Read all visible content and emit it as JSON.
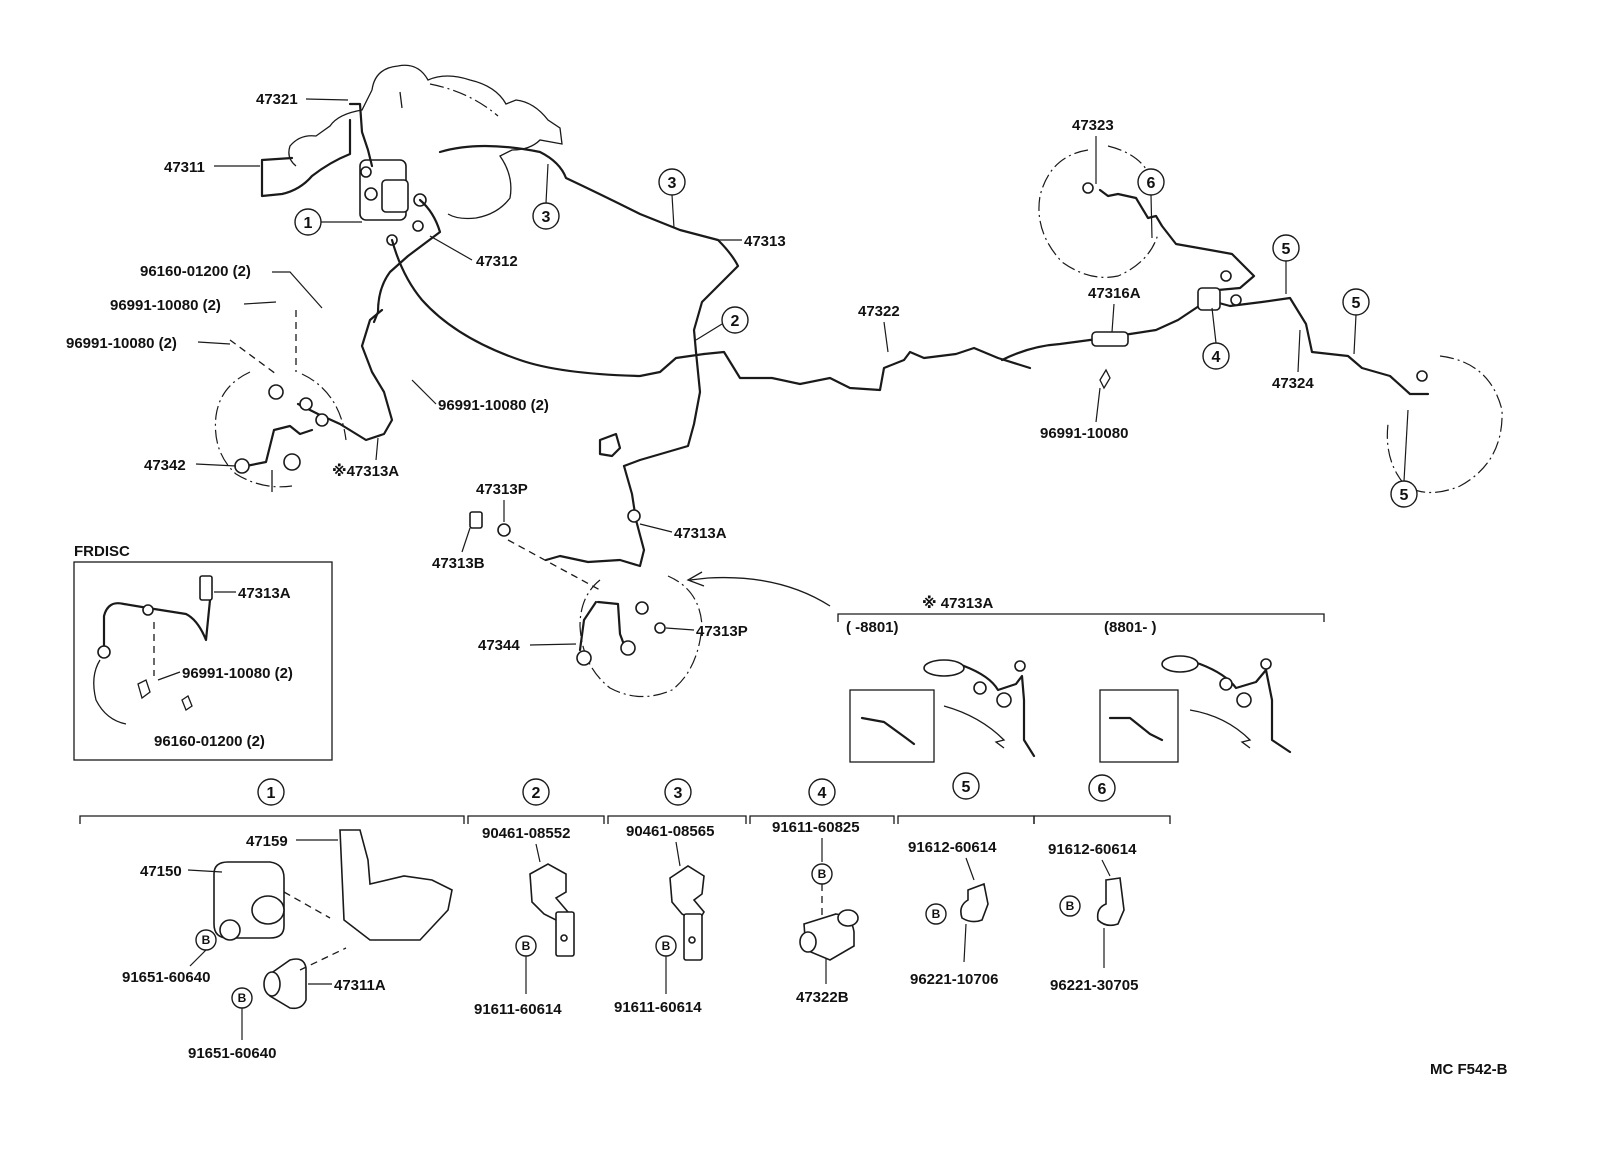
{
  "labels": {
    "p47321": "47321",
    "p47311": "47311",
    "p47312": "47312",
    "p47313_top": "47313",
    "p96160_a": "96160-01200 (2)",
    "p96991_a": "96991-10080 (2)",
    "p96991_b": "96991-10080 (2)",
    "p96991_c": "96991-10080 (2)",
    "p47342": "47342",
    "p47313A_mark": "※47313A",
    "p47322": "47322",
    "p47323": "47323",
    "p47316A": "47316A",
    "p96991_d": "96991-10080",
    "p47324": "47324",
    "p47313P_a": "47313P",
    "p47313B": "47313B",
    "p47313A_mid": "47313A",
    "p47344": "47344",
    "p47313P_b": "47313P",
    "frdisc_title": "FRDISC",
    "frdisc_47313A": "47313A",
    "frdisc_96991": "96991-10080 (2)",
    "frdisc_96160": "96160-01200 (2)",
    "variant_title": "※ 47313A",
    "variant_left": "(          -8801)",
    "variant_right": "(8801-          )",
    "g1_47159": "47159",
    "g1_47150": "47150",
    "g1_91651_a": "91651-60640",
    "g1_47311A": "47311A",
    "g1_91651_b": "91651-60640",
    "g2_90461": "90461-08552",
    "g2_91611": "91611-60614",
    "g3_90461": "90461-08565",
    "g3_91611": "91611-60614",
    "g4_91611": "91611-60825",
    "g4_47322B": "47322B",
    "g5_91612": "91612-60614",
    "g5_96221": "96221-10706",
    "g6_91612": "91612-60614",
    "g6_96221": "96221-30705",
    "footer_code": "MC F542-B"
  },
  "callouts": {
    "c1": "1",
    "c2": "2",
    "c3": "3",
    "c4": "4",
    "c5": "5",
    "c6": "6",
    "bolt_b": "B"
  },
  "colors": {
    "line": "#1a1a1a",
    "background": "#ffffff"
  }
}
